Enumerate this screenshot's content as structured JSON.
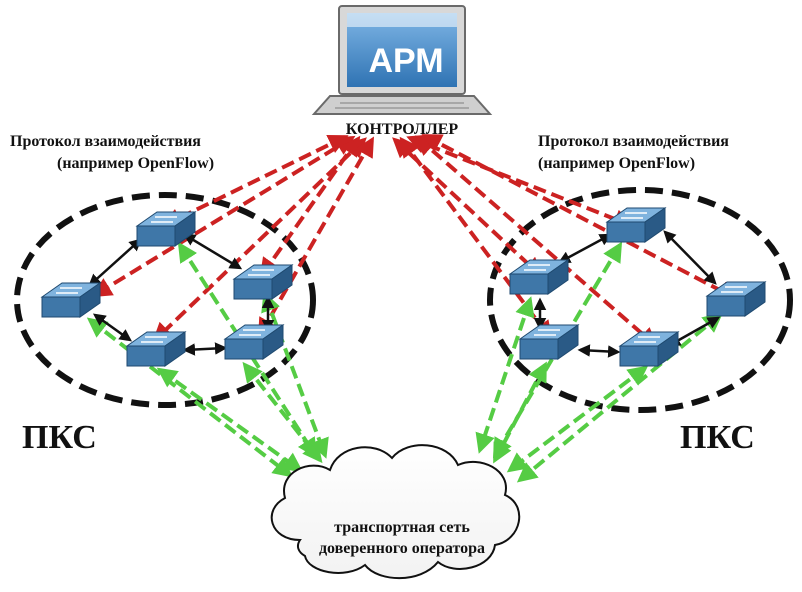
{
  "workstation": {
    "screen_label": "АРМ",
    "caption": "КОНТРОЛЛЕР"
  },
  "protocol_left": {
    "line1": "Протокол взаимодействия",
    "line2": "(например OpenFlow)"
  },
  "protocol_right": {
    "line1": "Протокол взаимодействия",
    "line2": "(например OpenFlow)"
  },
  "domain_left": {
    "label": "ПКС"
  },
  "domain_right": {
    "label": "ПКС"
  },
  "cloud": {
    "line1": "транспортная сеть",
    "line2": "доверенного оператора"
  },
  "colors": {
    "control_arrows": "#cc2222",
    "transport_arrows": "#55cc44",
    "switch_top": "#6fa8d6",
    "switch_side": "#2e5f8c",
    "ring": "#111111",
    "screen_bg": "#3a86c8"
  },
  "icons": [
    "laptop-icon",
    "switch-icon",
    "cloud-icon"
  ]
}
